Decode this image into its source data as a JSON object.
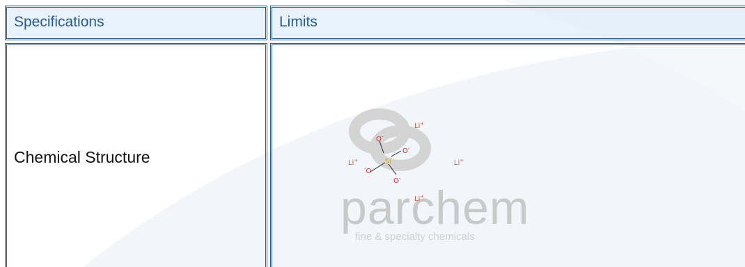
{
  "table": {
    "headers": {
      "specifications": "Specifications",
      "limits": "Limits"
    },
    "rows": [
      {
        "specification": "Chemical Structure"
      }
    ]
  },
  "watermark": {
    "brand": "parchem",
    "tagline": "fine & specialty chemicals"
  },
  "molecule": {
    "center": "Si",
    "oxygen": "O",
    "anion_charge": "-",
    "cation": "Li",
    "cation_charge": "+"
  },
  "colors": {
    "border": "#2c5a8f",
    "header_text": "#2c5a8f",
    "header_fill": "#d6e8f6",
    "oxygen": "#e02020",
    "silicon": "#c8a020",
    "lithium": "#c85a30",
    "watermark": "#c9c9c9"
  }
}
